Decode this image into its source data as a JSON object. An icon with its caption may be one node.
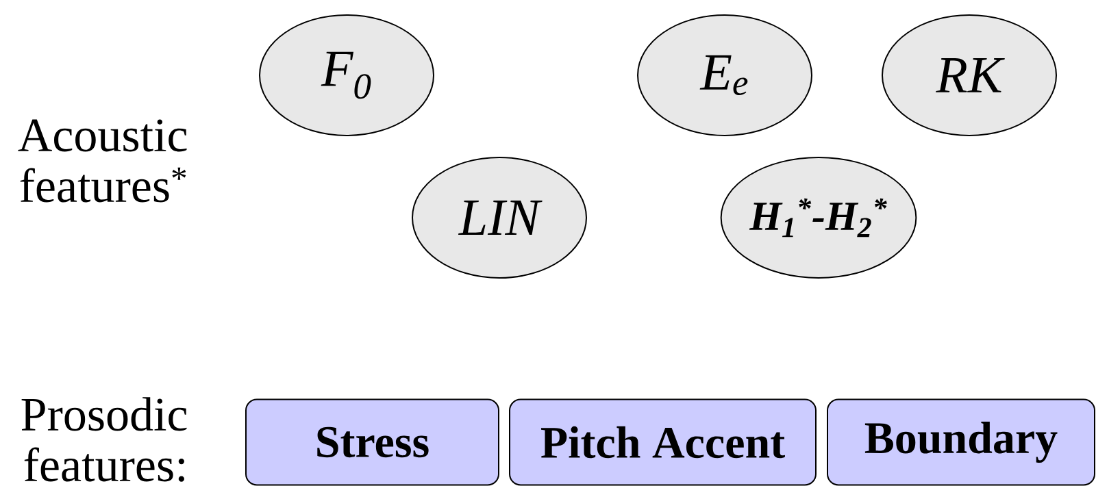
{
  "diagram": {
    "nodes": [
      {
        "text": [
          "F$_{0}$"
        ]
      },
      {
        "text": [
          "E$_{e}$"
        ]
      },
      {
        "text": [
          "RK"
        ]
      },
      {
        "text": [
          "LIN"
        ]
      },
      {
        "text": [
          "H$_{1}$$^{*}$-H$_{2}$$^{*}$"
        ]
      },
      {
        "text": [
          "Stress"
        ]
      },
      {
        "text": [
          "Pitch Accent"
        ]
      },
      {
        "text": [
          "Boundary"
        ]
      }
    ],
    "labels": [
      "Acoustic features$^{*}$",
      "Prosodic features:"
    ]
  }
}
